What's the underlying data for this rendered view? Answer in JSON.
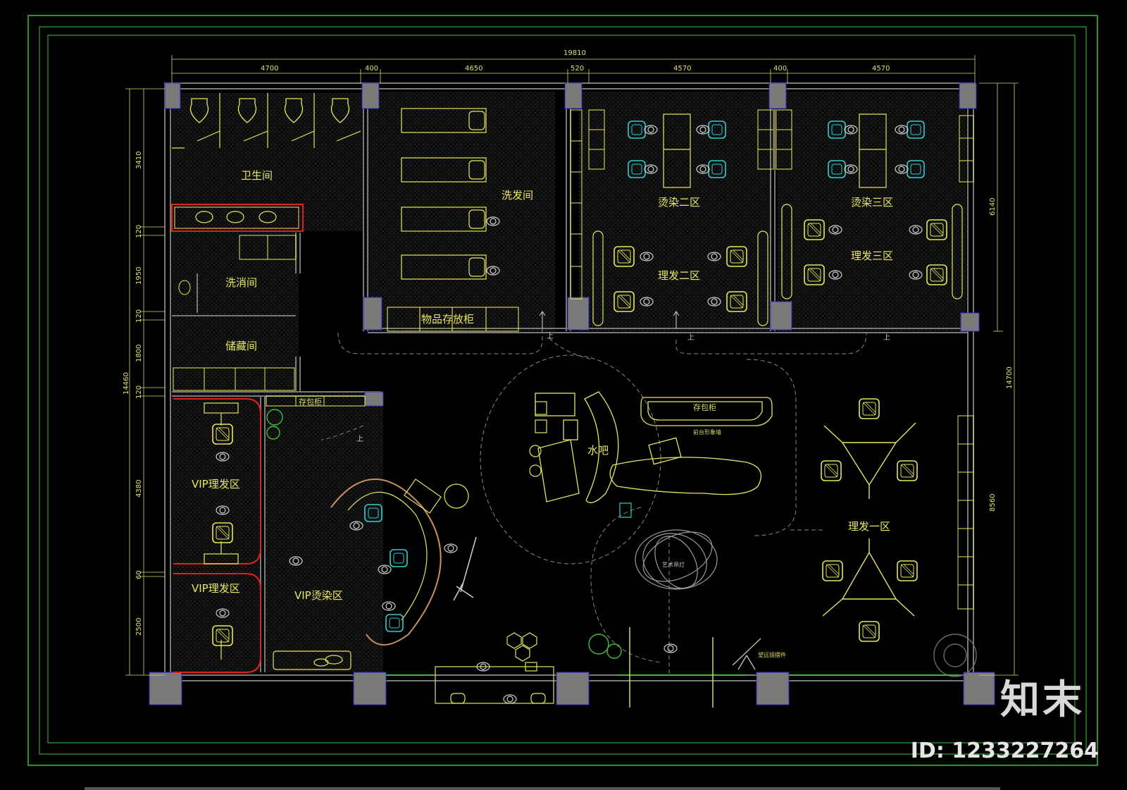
{
  "plan": {
    "rooms": {
      "toilet": "卫生间",
      "wash_hair": "洗发间",
      "perm_dye_2": "烫染二区",
      "perm_dye_3": "烫染三区",
      "haircut_2": "理发二区",
      "haircut_3": "理发三区",
      "disinfection": "洗消间",
      "storage": "储藏间",
      "item_cabinet": "物品存放柜",
      "bag_cabinet_small": "存包柜",
      "bag_cabinet": "存包柜",
      "front_desk_wall": "前台形象墙",
      "water_bar": "水吧",
      "vip_haircut_1": "VIP理发区",
      "vip_haircut_2": "VIP理发区",
      "vip_perm_dye": "VIP烫染区",
      "haircut_1": "理发一区",
      "art_chandelier": "艺术吊灯",
      "landscape_ornament": "望远镜摆件"
    },
    "arrows_up": [
      "上",
      "上",
      "上",
      "上"
    ],
    "dimensions": {
      "total_width": "19810",
      "top_segments": [
        "4700",
        "400",
        "4650",
        "520",
        "4570",
        "400",
        "4570"
      ],
      "left_total": "14460",
      "left_segments": [
        "3410",
        "120",
        "1950",
        "120",
        "1800",
        "120",
        "4380",
        "60",
        "2500"
      ],
      "right_top": "6140",
      "right_total": "14700",
      "right_lower": "8560"
    }
  },
  "watermark": {
    "brand": "知末",
    "image_id": "ID: 1233227264"
  },
  "colors": {
    "background": "#000000",
    "frame_green": "#39c639",
    "wall_gray": "#7a7a7a",
    "furniture_yellow": "#e6e65a",
    "chair_cyan": "#2fd0d0",
    "outline_red": "#e02020",
    "dimension_yellow": "#d8d860"
  }
}
